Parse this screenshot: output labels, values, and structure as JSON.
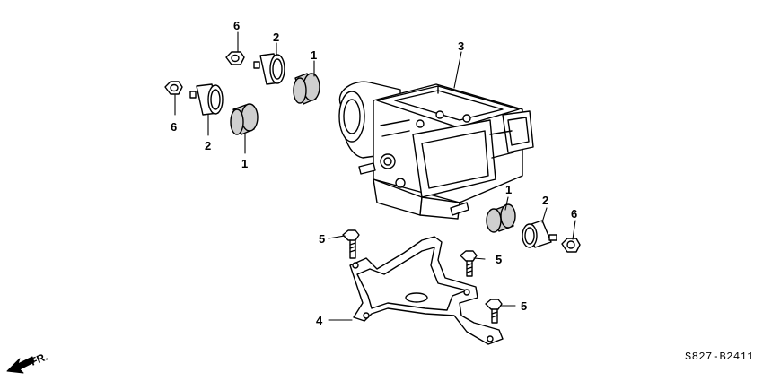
{
  "callouts": {
    "c6a": "6",
    "c2a": "2",
    "c1a": "1",
    "c3": "3",
    "c6b": "6",
    "c2b": "2",
    "c1b": "1",
    "c1c": "1",
    "c2c": "2",
    "c6c": "6",
    "c5a": "5",
    "c5b": "5",
    "c5c": "5",
    "c4": "4"
  },
  "diagram_code": "S827-B2411",
  "direction_label": "FR.",
  "colors": {
    "ink": "#000000",
    "paper": "#ffffff",
    "grommet": "#cfcfcf"
  }
}
